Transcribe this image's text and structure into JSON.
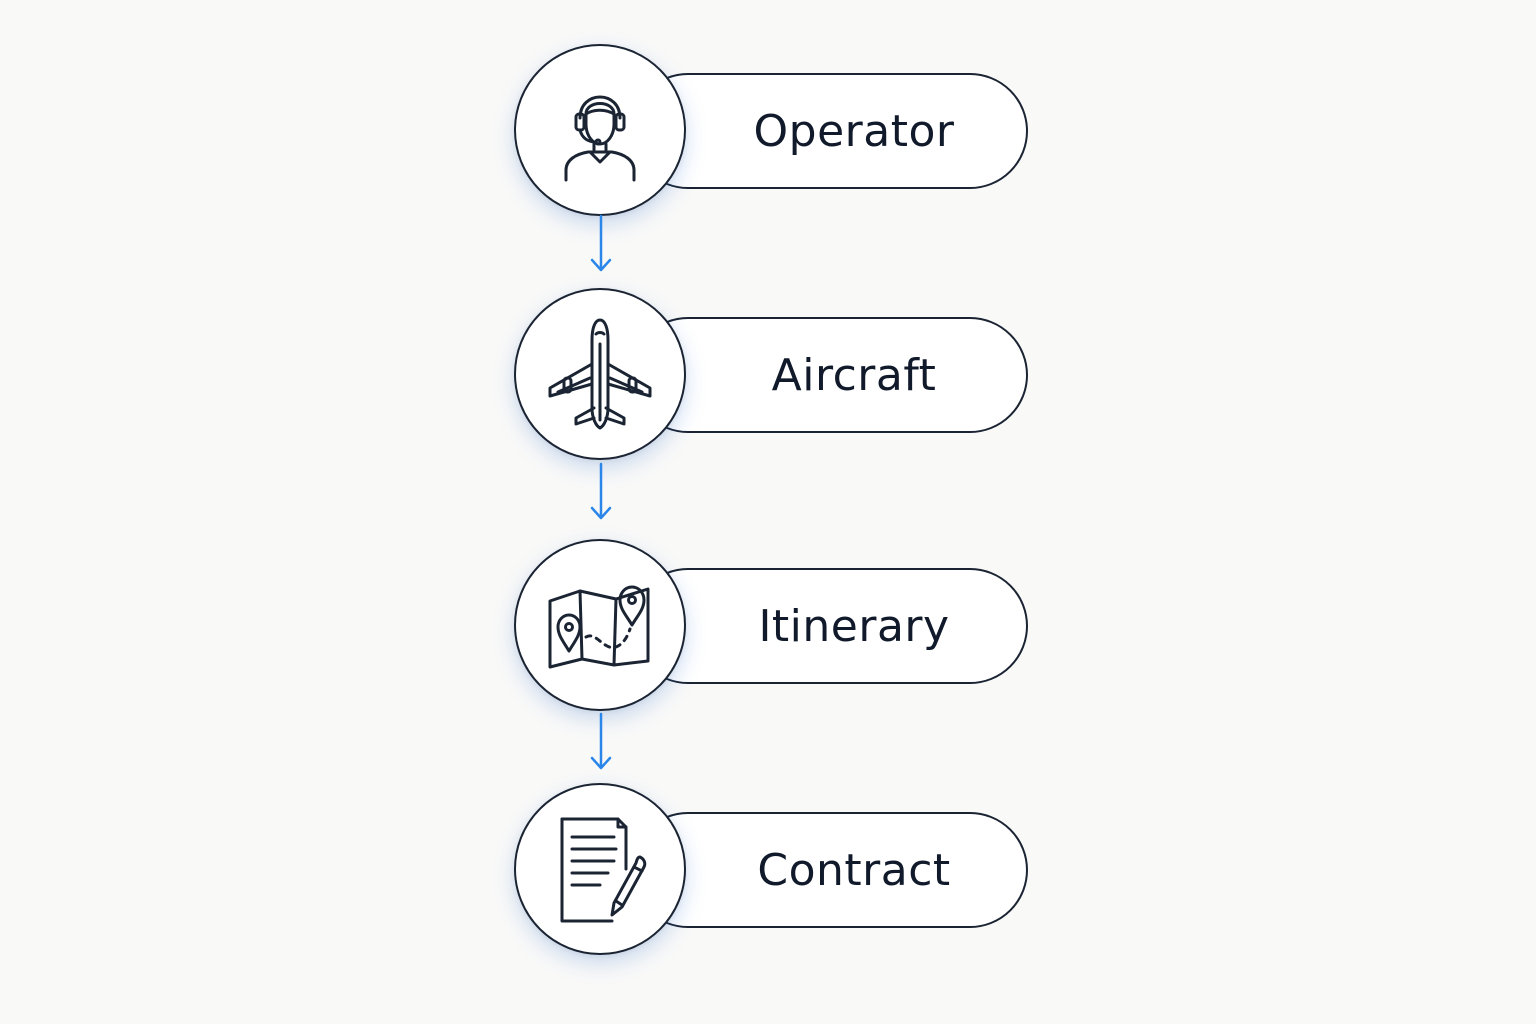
{
  "steps": [
    {
      "label": "Operator",
      "icon": "headset-operator-icon"
    },
    {
      "label": "Aircraft",
      "icon": "airplane-icon"
    },
    {
      "label": "Itinerary",
      "icon": "map-route-icon"
    },
    {
      "label": "Contract",
      "icon": "contract-pen-icon"
    }
  ],
  "colors": {
    "outline": "#1b2433",
    "text": "#111a2b",
    "arrow": "#2a86e8",
    "background": "#f9f9f8"
  }
}
